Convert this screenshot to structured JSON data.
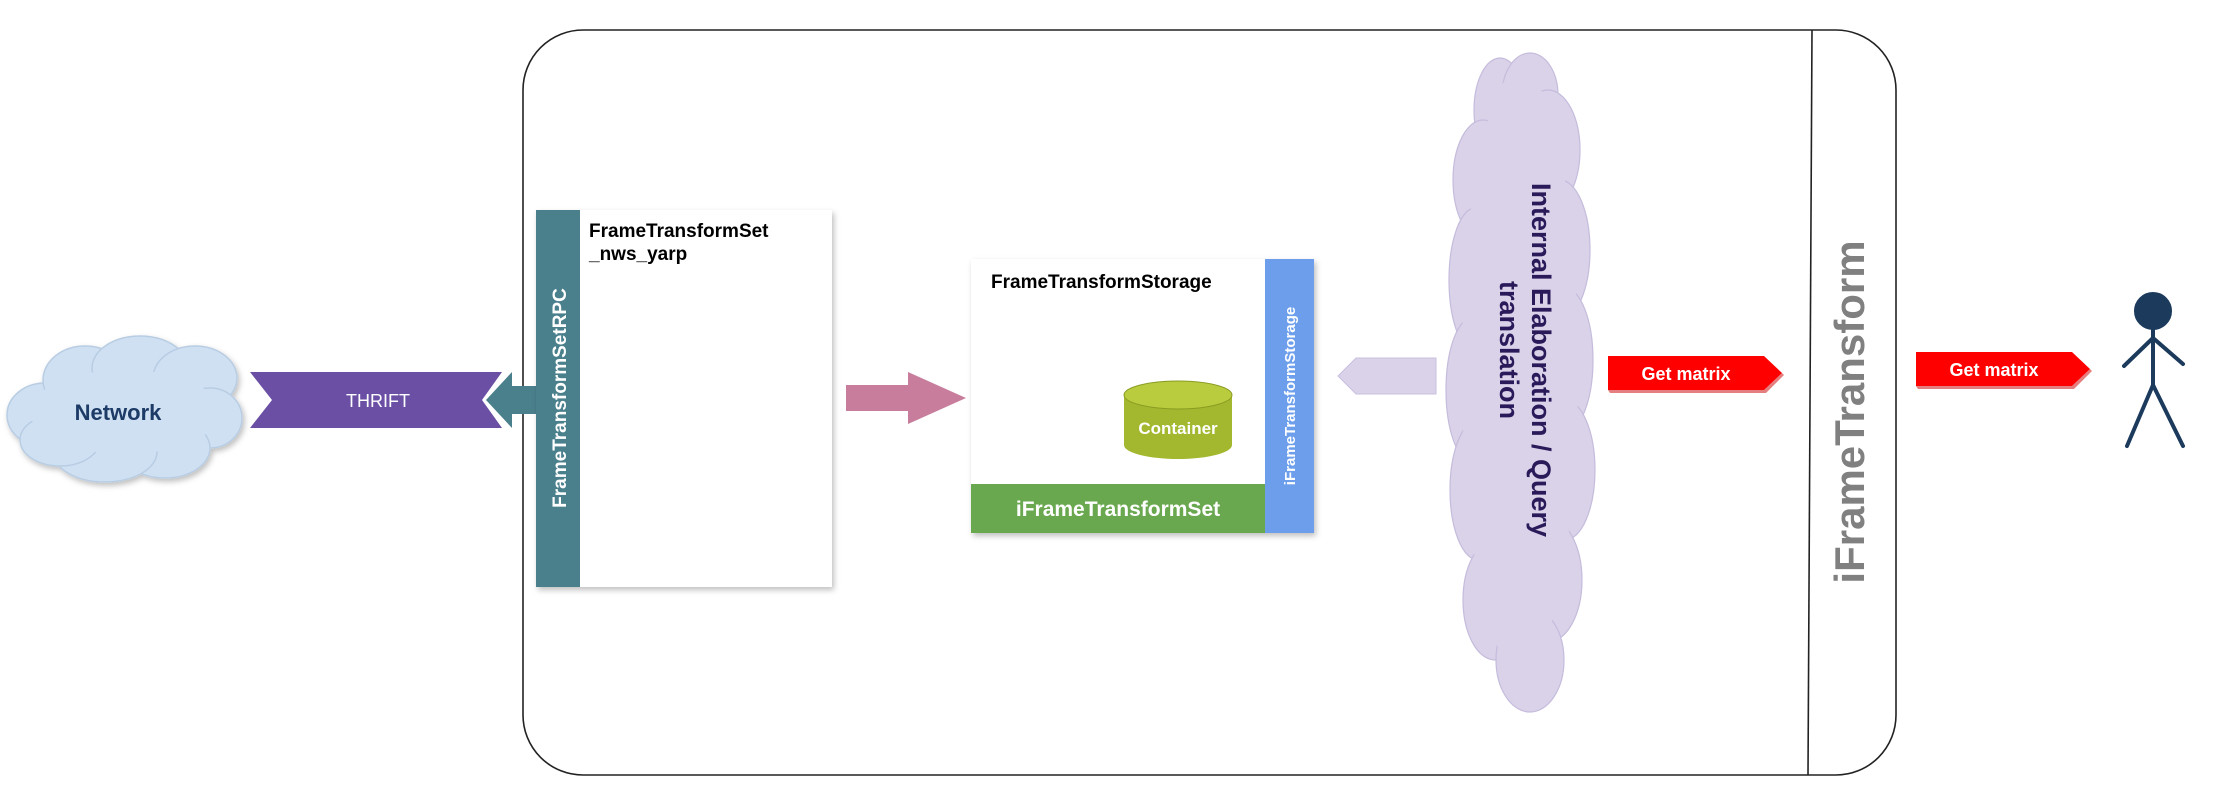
{
  "network": {
    "label": "Network"
  },
  "thrift": {
    "label": "THRIFT"
  },
  "nws_yarp": {
    "title_line1": "FrameTransformSet",
    "title_line2": "_nws_yarp",
    "rpc_label": "FrameTransformSetRPC"
  },
  "storage": {
    "title": "FrameTransformStorage",
    "container_label": "Container",
    "set_label": "iFrameTransformSet",
    "storage_label": "iFrameTransformStorage"
  },
  "cloud": {
    "line1": "Internal Elaboration / Query",
    "line2": "translation"
  },
  "interface_label": "iFrameTransform",
  "get_matrix_inner": "Get matrix",
  "get_matrix_outer": "Get matrix",
  "colors": {
    "network_cloud": "#cfe0f2",
    "network_text": "#1f3b66",
    "thrift_purple": "#6a4fa5",
    "rpc_teal": "#4a7f8c",
    "pink_arrow": "#c77d9b",
    "set_green": "#6aa84f",
    "storage_blue": "#6d9eeb",
    "container_green": "#a3b82e",
    "lavender": "#d9d2e9",
    "cloud_text": "#2b1a5a",
    "red_arrow": "#ff0000",
    "interface_gray": "#808080",
    "stick_figure": "#1b3a5c"
  }
}
